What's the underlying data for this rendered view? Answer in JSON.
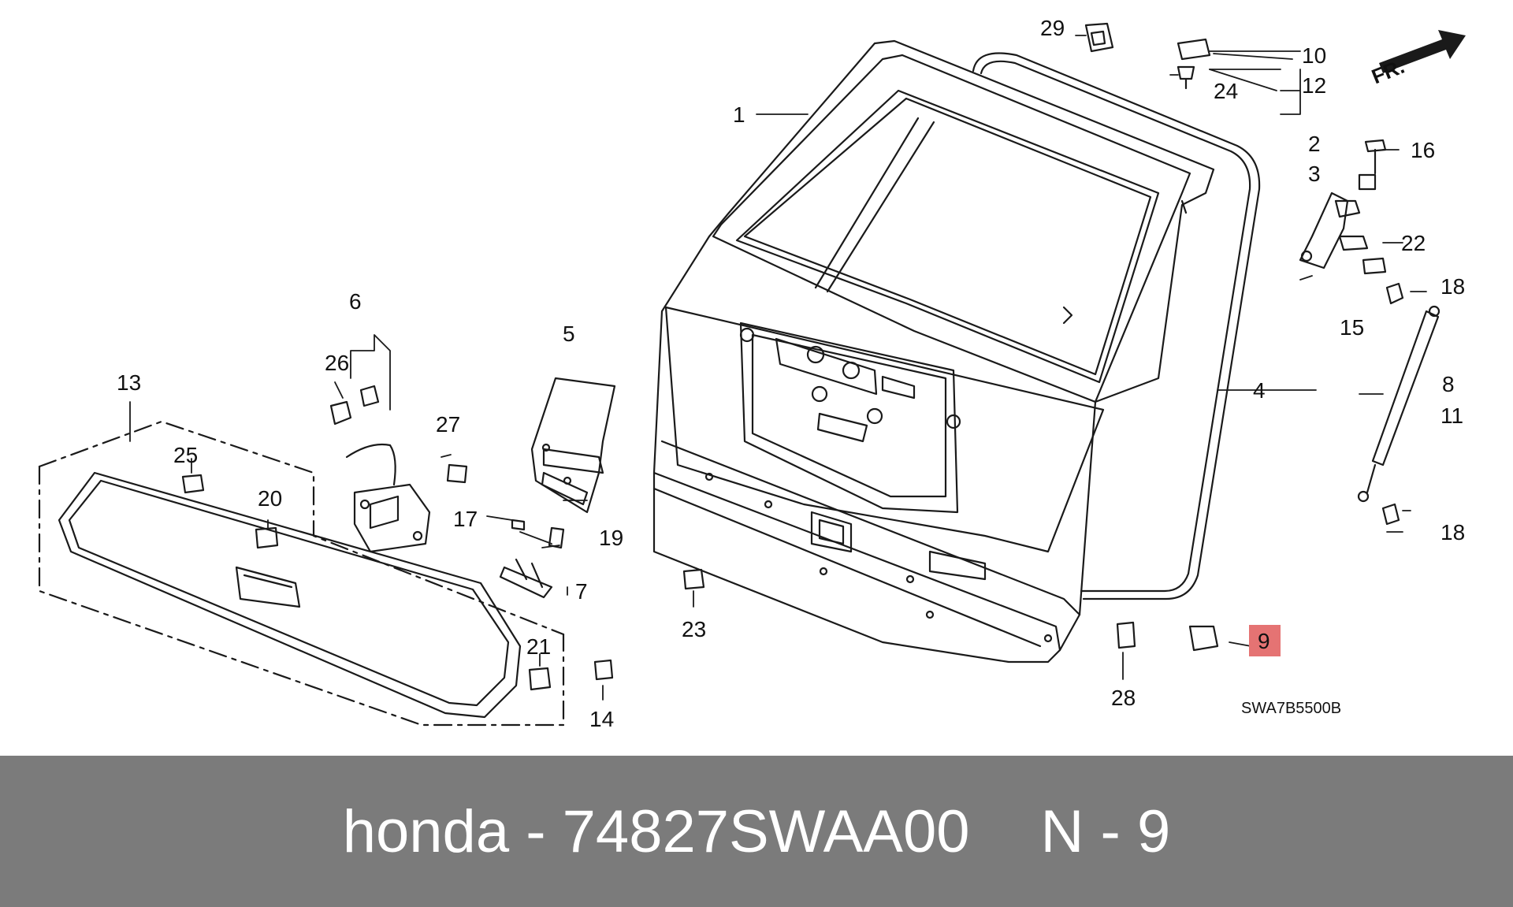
{
  "diagram": {
    "code": "SWA7B5500B",
    "direction_label": "FR.",
    "callouts": [
      "1",
      "2",
      "3",
      "4",
      "5",
      "6",
      "7",
      "8",
      "9",
      "10",
      "11",
      "12",
      "13",
      "14",
      "15",
      "16",
      "17",
      "18",
      "18",
      "19",
      "20",
      "21",
      "22",
      "23",
      "24",
      "25",
      "26",
      "27",
      "28",
      "29"
    ],
    "highlighted_callout": "9",
    "colors": {
      "highlight": "#e57373",
      "line": "#1a1a1a"
    }
  },
  "footer": {
    "brand": "honda",
    "separator": "-",
    "part_number": "74827SWAA00",
    "ref_prefix": "N - ",
    "ref_number": "9",
    "background": "#7b7b7b"
  }
}
